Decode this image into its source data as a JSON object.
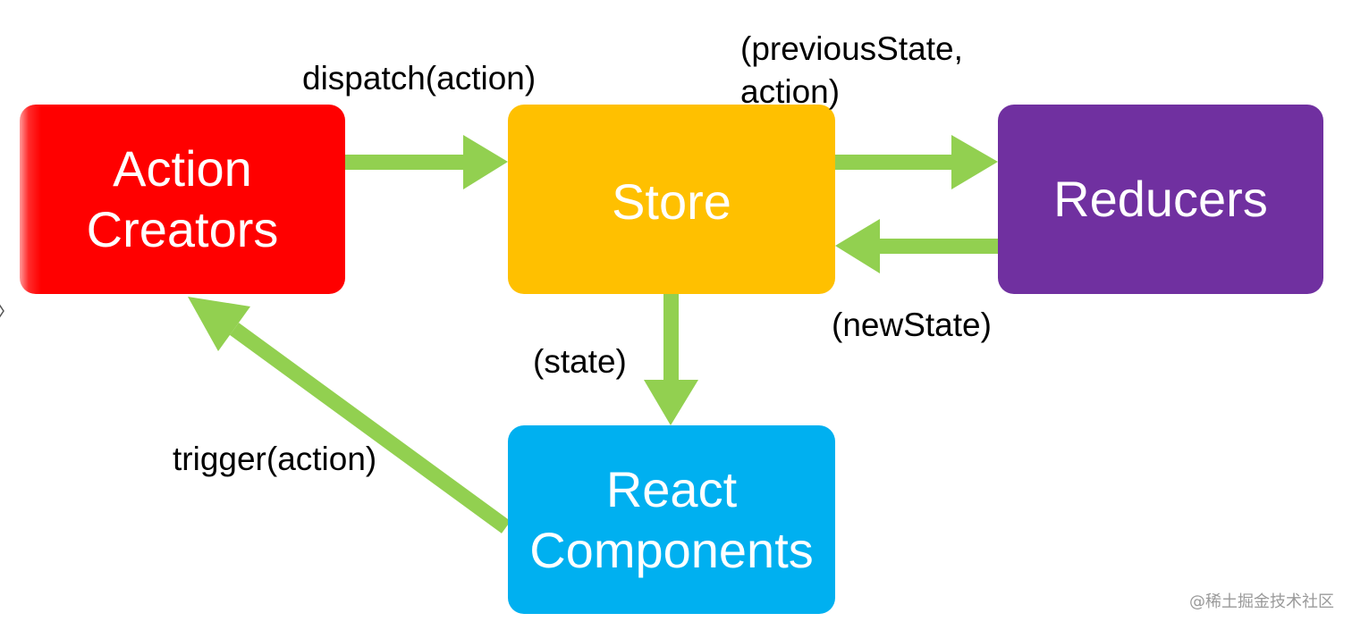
{
  "diagram": {
    "nodes": {
      "action_creators": "Action\nCreators",
      "store": "Store",
      "reducers": "Reducers",
      "react_components": "React\nComponents"
    },
    "edges": {
      "dispatch": "dispatch(action)",
      "previous_state": "(previousState,\naction)",
      "new_state": "(newState)",
      "state": "(state)",
      "trigger": "trigger(action)"
    }
  },
  "watermark": "@稀土掘金技术社区",
  "colors": {
    "action_creators": "#ff0000",
    "store": "#ffc000",
    "reducers": "#7030a0",
    "react_components": "#00b0f0",
    "arrow": "#92d050"
  }
}
